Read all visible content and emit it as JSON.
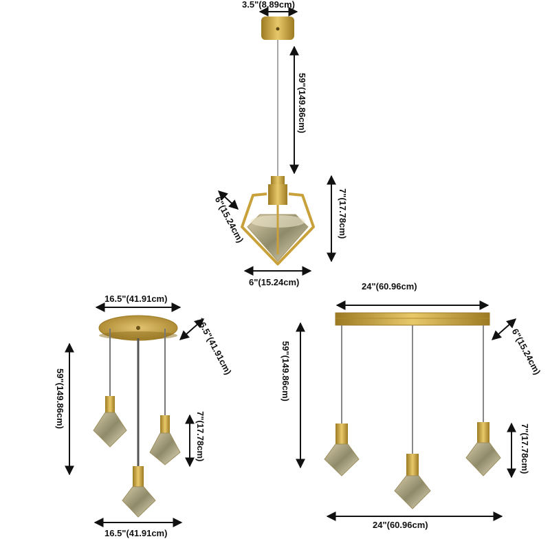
{
  "colors": {
    "brass": "#c9a13a",
    "brass_dark": "#9c7a22",
    "brass_light": "#e8c96a",
    "cord": "#6b6b6b",
    "crystal": "#bfae7a",
    "ink": "#111111"
  },
  "single": {
    "canopy_diameter": "3.5\"(8.89cm)",
    "cord_length": "59\"(149.86cm)",
    "depth": "6\"(15.24cm)",
    "height": "7\"(17.78cm)",
    "width": "6\"(15.24cm)"
  },
  "round": {
    "canopy_width": "16.5\"(41.91cm)",
    "canopy_depth": "16.5\"(41.91cm)",
    "cord_length": "59\"(149.86cm)",
    "shade_height": "7\"(17.78cm)",
    "bottom_width": "16.5\"(41.91cm)"
  },
  "linear": {
    "canopy_length": "24\"(60.96cm)",
    "cord_length": "59\"(149.86cm)",
    "canopy_depth": "6\"(15.24cm)",
    "shade_height": "7\"(17.78cm)",
    "bottom_length": "24\"(60.96cm)"
  }
}
